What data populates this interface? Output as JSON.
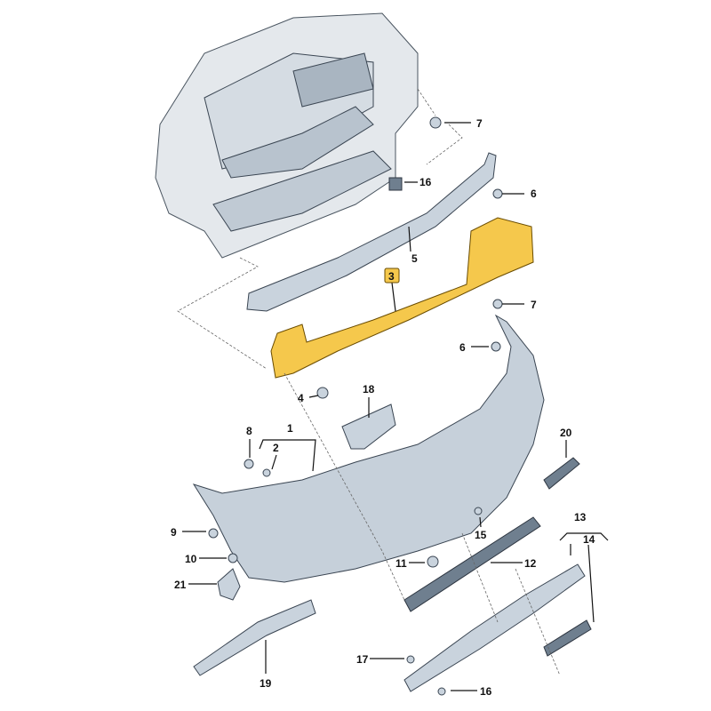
{
  "diagram": {
    "title": "Rear bumper exploded parts diagram",
    "highlighted_part": "3",
    "highlight_color": "#f5c84c",
    "labels": [
      "7",
      "16",
      "6",
      "5",
      "3",
      "7",
      "6",
      "4",
      "18",
      "1",
      "8",
      "2",
      "20",
      "9",
      "15",
      "13",
      "14",
      "10",
      "11",
      "12",
      "21",
      "19",
      "17",
      "16"
    ]
  }
}
